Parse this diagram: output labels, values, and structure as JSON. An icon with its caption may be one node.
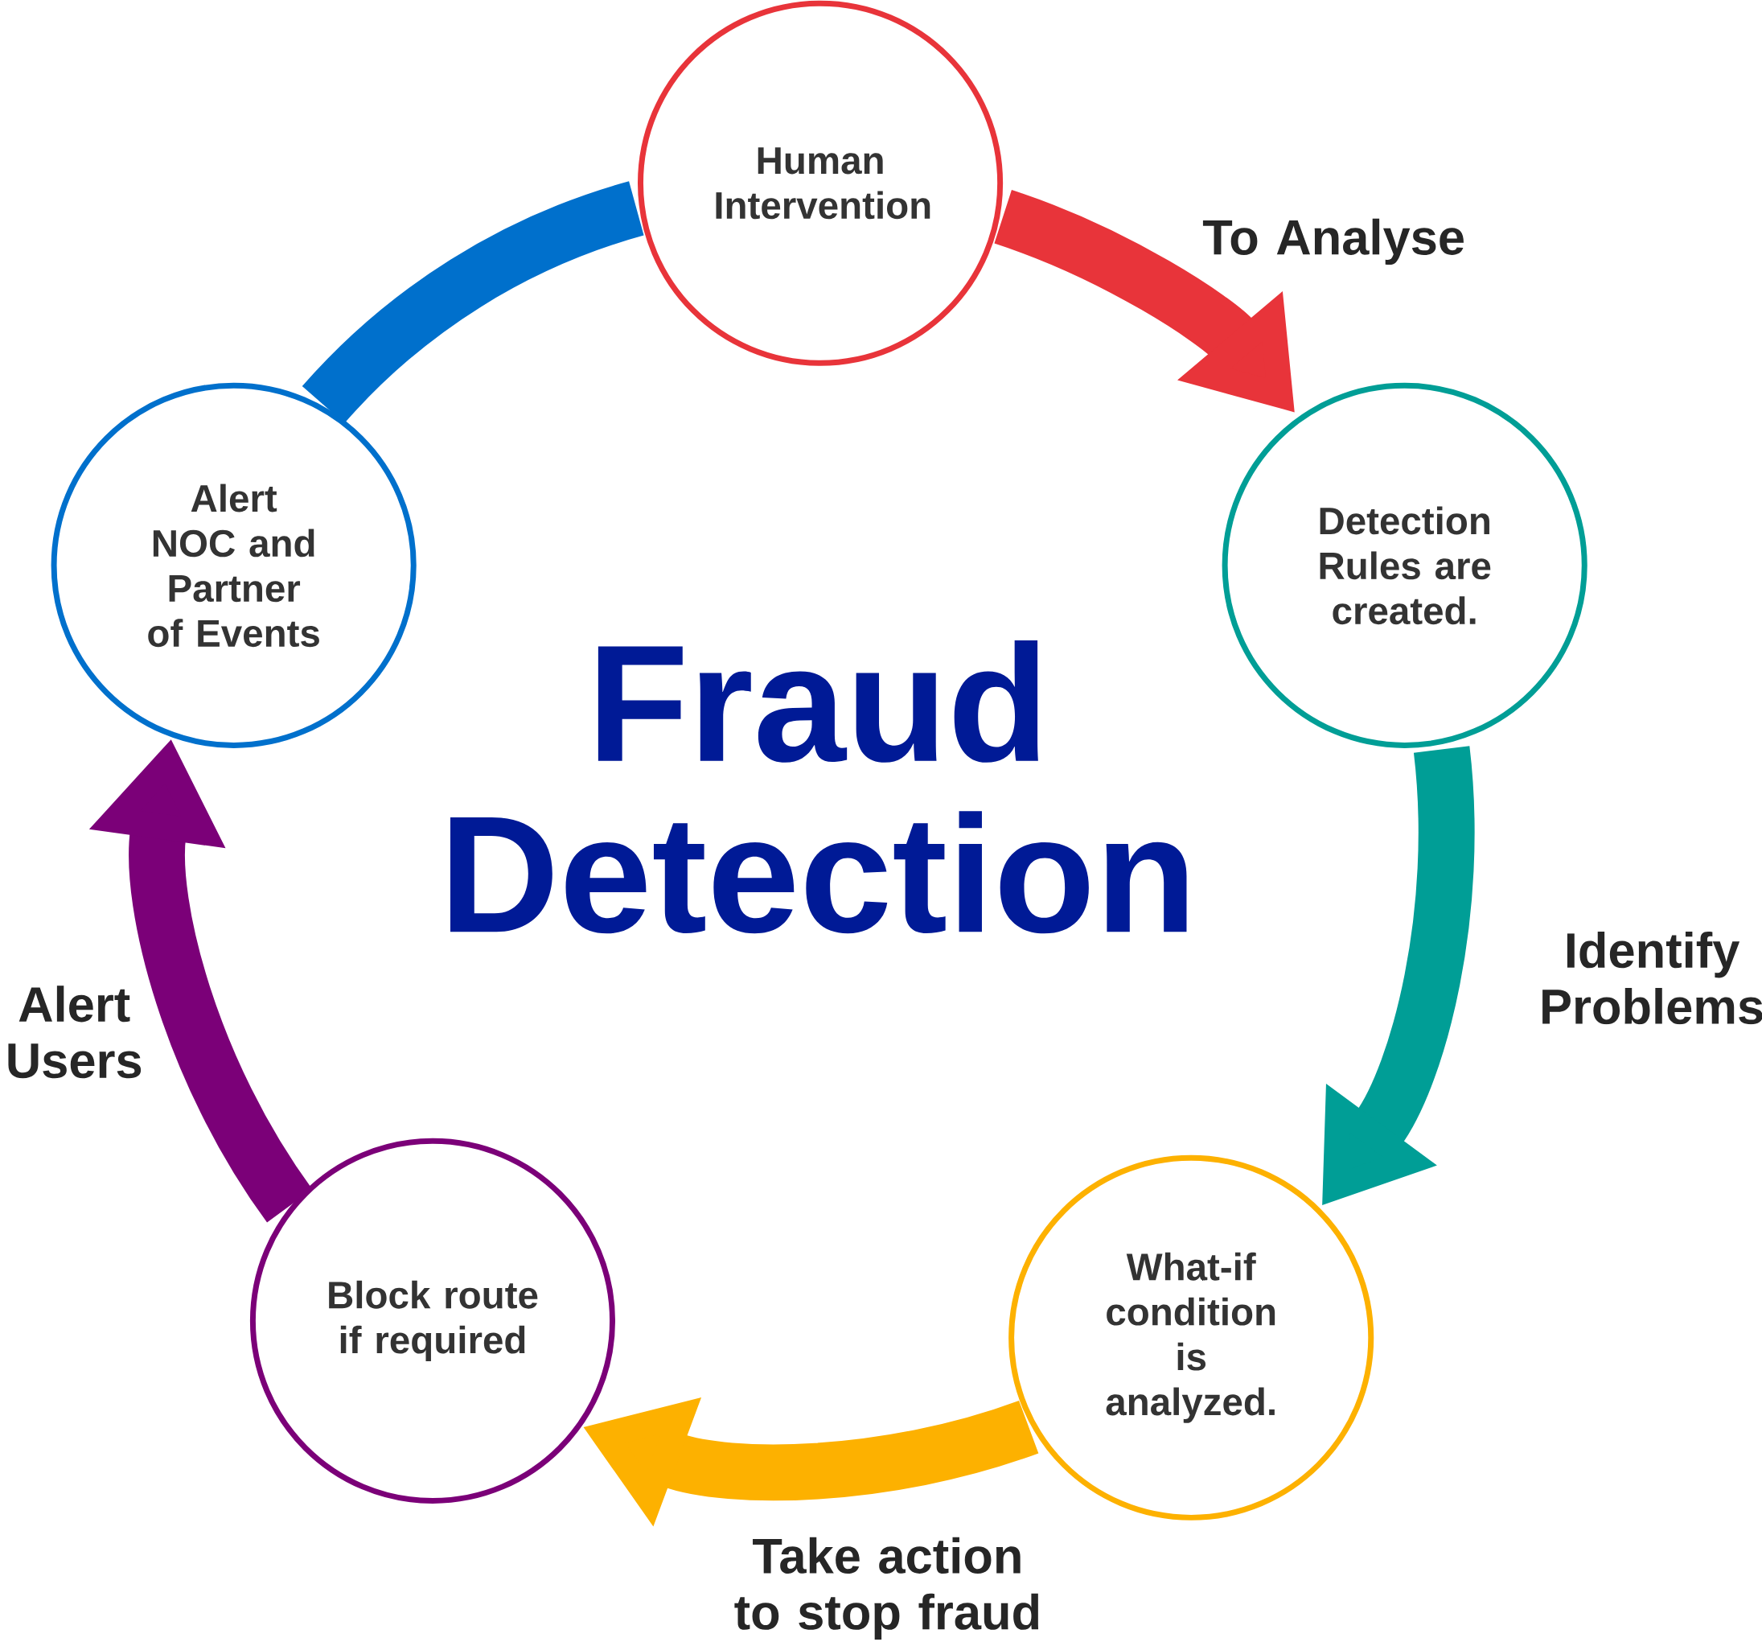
{
  "diagram": {
    "title": "Fraud Detection",
    "nodes": [
      {
        "text": [
          "Human Intervention"
        ]
      },
      {
        "text": [
          "Detection Rules are created."
        ]
      },
      {
        "text": [
          "What-if condition is analyzed."
        ]
      },
      {
        "text": [
          "Block route if required"
        ]
      },
      {
        "text": [
          "Alert NOC and Partner of Events"
        ]
      }
    ],
    "edges": [
      {
        "from": 0,
        "to": 1,
        "arrow": "to",
        "label": "To Analyse",
        "color": "#e8343a"
      },
      {
        "from": 1,
        "to": 2,
        "arrow": "to",
        "label": "Identify Problems",
        "color": "#009e96"
      },
      {
        "from": 2,
        "to": 3,
        "arrow": "to",
        "label": "Take action to stop fraud",
        "color": "#fdb100"
      },
      {
        "from": 3,
        "to": 4,
        "arrow": "to",
        "label": "Alert Users",
        "color": "#7b0078"
      },
      {
        "from": 4,
        "to": 0,
        "arrow": "none",
        "color": "#0070cc"
      }
    ]
  }
}
